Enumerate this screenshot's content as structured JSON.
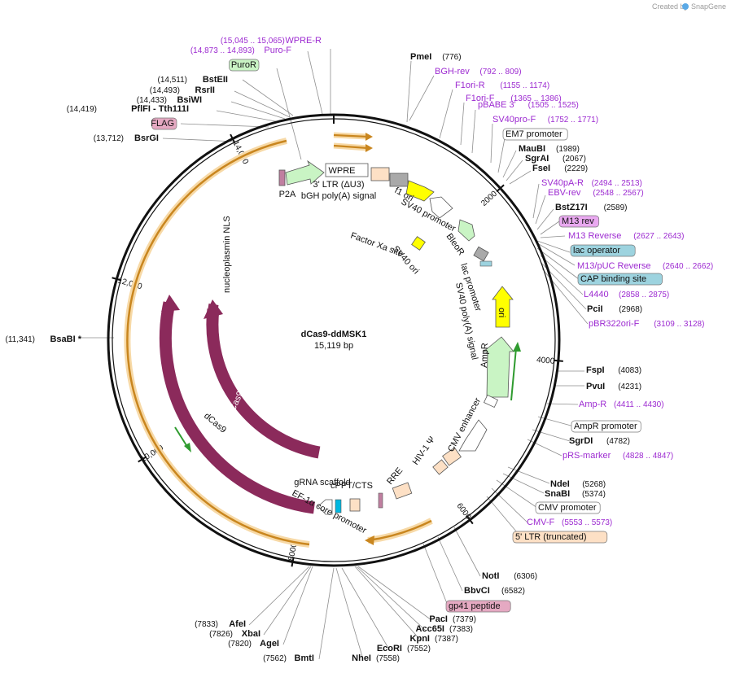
{
  "branding": {
    "watermark": "Created by",
    "logo_text": "SnapGene"
  },
  "plasmid": {
    "name": "dCas9-ddMSK1",
    "length_label": "15,119 bp",
    "total_bp": 15119
  },
  "colors": {
    "backbone": "#111111",
    "orange_arrow": "#c9861f",
    "orange_halo": "#f7d9a6",
    "cas9": "#8b2a5b",
    "promoter": "#ffffff",
    "marker": "#c9f4c4",
    "ori": "#ffff00",
    "ltr": "#fde0c5",
    "grey": "#a9a9a9",
    "primer": "#9d2bd1",
    "feature_blue": "#9dd3df",
    "feature_pink": "#e5a9c2",
    "feature_green": "#c9f4c4",
    "feature_purple": "#e9a9f0",
    "green_line": "#2f9b2f"
  },
  "ticks": [
    {
      "bp": 2000,
      "label": "2000"
    },
    {
      "bp": 4000,
      "label": "4000"
    },
    {
      "bp": 6000,
      "label": "6000"
    },
    {
      "bp": 8000,
      "label": "8000"
    },
    {
      "bp": 10000,
      "label": "10,000"
    },
    {
      "bp": 12000,
      "label": "12,000"
    },
    {
      "bp": 14000,
      "label": "14,000"
    }
  ],
  "right_labels": [
    {
      "name": "PmeI",
      "pos": "(776)",
      "kind": "enzyme"
    },
    {
      "name": "BGH-rev",
      "pos": "(792 .. 809)",
      "kind": "primer"
    },
    {
      "name": "F1ori-R",
      "pos": "(1155 .. 1174)",
      "kind": "primer"
    },
    {
      "name": "F1ori-F",
      "pos": "(1365 .. 1386)",
      "kind": "primer"
    },
    {
      "name": "pBABE 3'",
      "pos": "(1505 .. 1525)",
      "kind": "primer"
    },
    {
      "name": "SV40pro-F",
      "pos": "(1752 .. 1771)",
      "kind": "primer"
    },
    {
      "name": "EM7 promoter",
      "pos": "",
      "kind": "feature",
      "fill": "#ffffff"
    },
    {
      "name": "MauBI",
      "pos": "(1989)",
      "kind": "enzyme"
    },
    {
      "name": "SgrAI",
      "pos": "(2067)",
      "kind": "enzyme"
    },
    {
      "name": "FseI",
      "pos": "(2229)",
      "kind": "enzyme"
    },
    {
      "name": "SV40pA-R",
      "pos": "(2494 .. 2513)",
      "kind": "primer"
    },
    {
      "name": "EBV-rev",
      "pos": "(2548 .. 2567)",
      "kind": "primer"
    },
    {
      "name": "BstZ17I",
      "pos": "(2589)",
      "kind": "enzyme"
    },
    {
      "name": "M13 rev",
      "pos": "",
      "kind": "feature",
      "fill": "#e9a9f0"
    },
    {
      "name": "M13 Reverse",
      "pos": "(2627 .. 2643)",
      "kind": "primer"
    },
    {
      "name": "lac operator",
      "pos": "",
      "kind": "feature",
      "fill": "#9dd3df"
    },
    {
      "name": "M13/pUC Reverse",
      "pos": "(2640 .. 2662)",
      "kind": "primer"
    },
    {
      "name": "CAP binding site",
      "pos": "",
      "kind": "feature",
      "fill": "#9dd3df"
    },
    {
      "name": "L4440",
      "pos": "(2858 .. 2875)",
      "kind": "primer"
    },
    {
      "name": "PciI",
      "pos": "(2968)",
      "kind": "enzyme"
    },
    {
      "name": "pBR322ori-F",
      "pos": "(3109 .. 3128)",
      "kind": "primer"
    },
    {
      "name": "FspI",
      "pos": "(4083)",
      "kind": "enzyme"
    },
    {
      "name": "PvuI",
      "pos": "(4231)",
      "kind": "enzyme"
    },
    {
      "name": "Amp-R",
      "pos": "(4411 .. 4430)",
      "kind": "primer"
    },
    {
      "name": "AmpR promoter",
      "pos": "",
      "kind": "feature",
      "fill": "#ffffff"
    },
    {
      "name": "SgrDI",
      "pos": "(4782)",
      "kind": "enzyme"
    },
    {
      "name": "pRS-marker",
      "pos": "(4828 .. 4847)",
      "kind": "primer"
    },
    {
      "name": "NdeI",
      "pos": "(5268)",
      "kind": "enzyme"
    },
    {
      "name": "SnaBI",
      "pos": "(5374)",
      "kind": "enzyme"
    },
    {
      "name": "CMV promoter",
      "pos": "",
      "kind": "feature",
      "fill": "#ffffff"
    },
    {
      "name": "CMV-F",
      "pos": "(5553 .. 5573)",
      "kind": "primer"
    },
    {
      "name": "5' LTR (truncated)",
      "pos": "",
      "kind": "feature",
      "fill": "#fde0c5"
    },
    {
      "name": "NotI",
      "pos": "(6306)",
      "kind": "enzyme"
    },
    {
      "name": "BbvCI",
      "pos": "(6582)",
      "kind": "enzyme"
    },
    {
      "name": "gp41 peptide",
      "pos": "",
      "kind": "feature",
      "fill": "#e5a9c2"
    }
  ],
  "bottom_labels": [
    {
      "name": "PacI",
      "pos": "(7379)"
    },
    {
      "name": "Acc65I",
      "pos": "(7383)"
    },
    {
      "name": "KpnI",
      "pos": "(7387)"
    },
    {
      "name": "EcoRI",
      "pos": "(7552)"
    },
    {
      "name": "NheI",
      "pos": "(7558)"
    },
    {
      "name": "BmtI",
      "pos": "(7562)"
    },
    {
      "name": "AgeI",
      "pos": "(7820)"
    },
    {
      "name": "XbaI",
      "pos": "(7826)"
    },
    {
      "name": "AfeI",
      "pos": "(7833)"
    }
  ],
  "left_labels": [
    {
      "name": "WPRE-R",
      "pos": "(15,045 .. 15,065)",
      "kind": "primer"
    },
    {
      "name": "Puro-F",
      "pos": "(14,873 .. 14,893)",
      "kind": "primer"
    },
    {
      "name": "PuroR",
      "pos": "",
      "kind": "feature",
      "fill": "#c9f4c4"
    },
    {
      "name": "BstEII",
      "pos": "(14,511)",
      "kind": "enzyme"
    },
    {
      "name": "RsrII",
      "pos": "(14,493)",
      "kind": "enzyme"
    },
    {
      "name": "BsiWI",
      "pos": "(14,433)",
      "kind": "enzyme"
    },
    {
      "name": "PflFI - Tth111I",
      "pos": "(14,419)",
      "kind": "enzyme"
    },
    {
      "name": "FLAG",
      "pos": "",
      "kind": "feature",
      "fill": "#e5a9c2"
    },
    {
      "name": "BsrGI",
      "pos": "(13,712)",
      "kind": "enzyme"
    },
    {
      "name": "BsaBI *",
      "pos": "(11,341)",
      "kind": "enzyme"
    }
  ],
  "inner_labels": [
    {
      "text": "WPRE"
    },
    {
      "text": "P2A"
    },
    {
      "text": "3' LTR (ΔU3)"
    },
    {
      "text": "bGH poly(A) signal"
    },
    {
      "text": "Factor Xa site"
    },
    {
      "text": "f1 ori"
    },
    {
      "text": "SV40 promoter"
    },
    {
      "text": "BleoR"
    },
    {
      "text": "SV40 ori"
    },
    {
      "text": "lac promoter"
    },
    {
      "text": "SV40 poly(A) signal"
    },
    {
      "text": "ori"
    },
    {
      "text": "AmpR"
    },
    {
      "text": "CMV enhancer"
    },
    {
      "text": "HIV-1 Ψ"
    },
    {
      "text": "RRE"
    },
    {
      "text": "cPPT/CTS"
    },
    {
      "text": "gRNA scaffold"
    },
    {
      "text": "EF-1α core promoter"
    },
    {
      "text": "dCas9"
    },
    {
      "text": "Cas9"
    },
    {
      "text": "nucleoplasmin NLS"
    }
  ]
}
